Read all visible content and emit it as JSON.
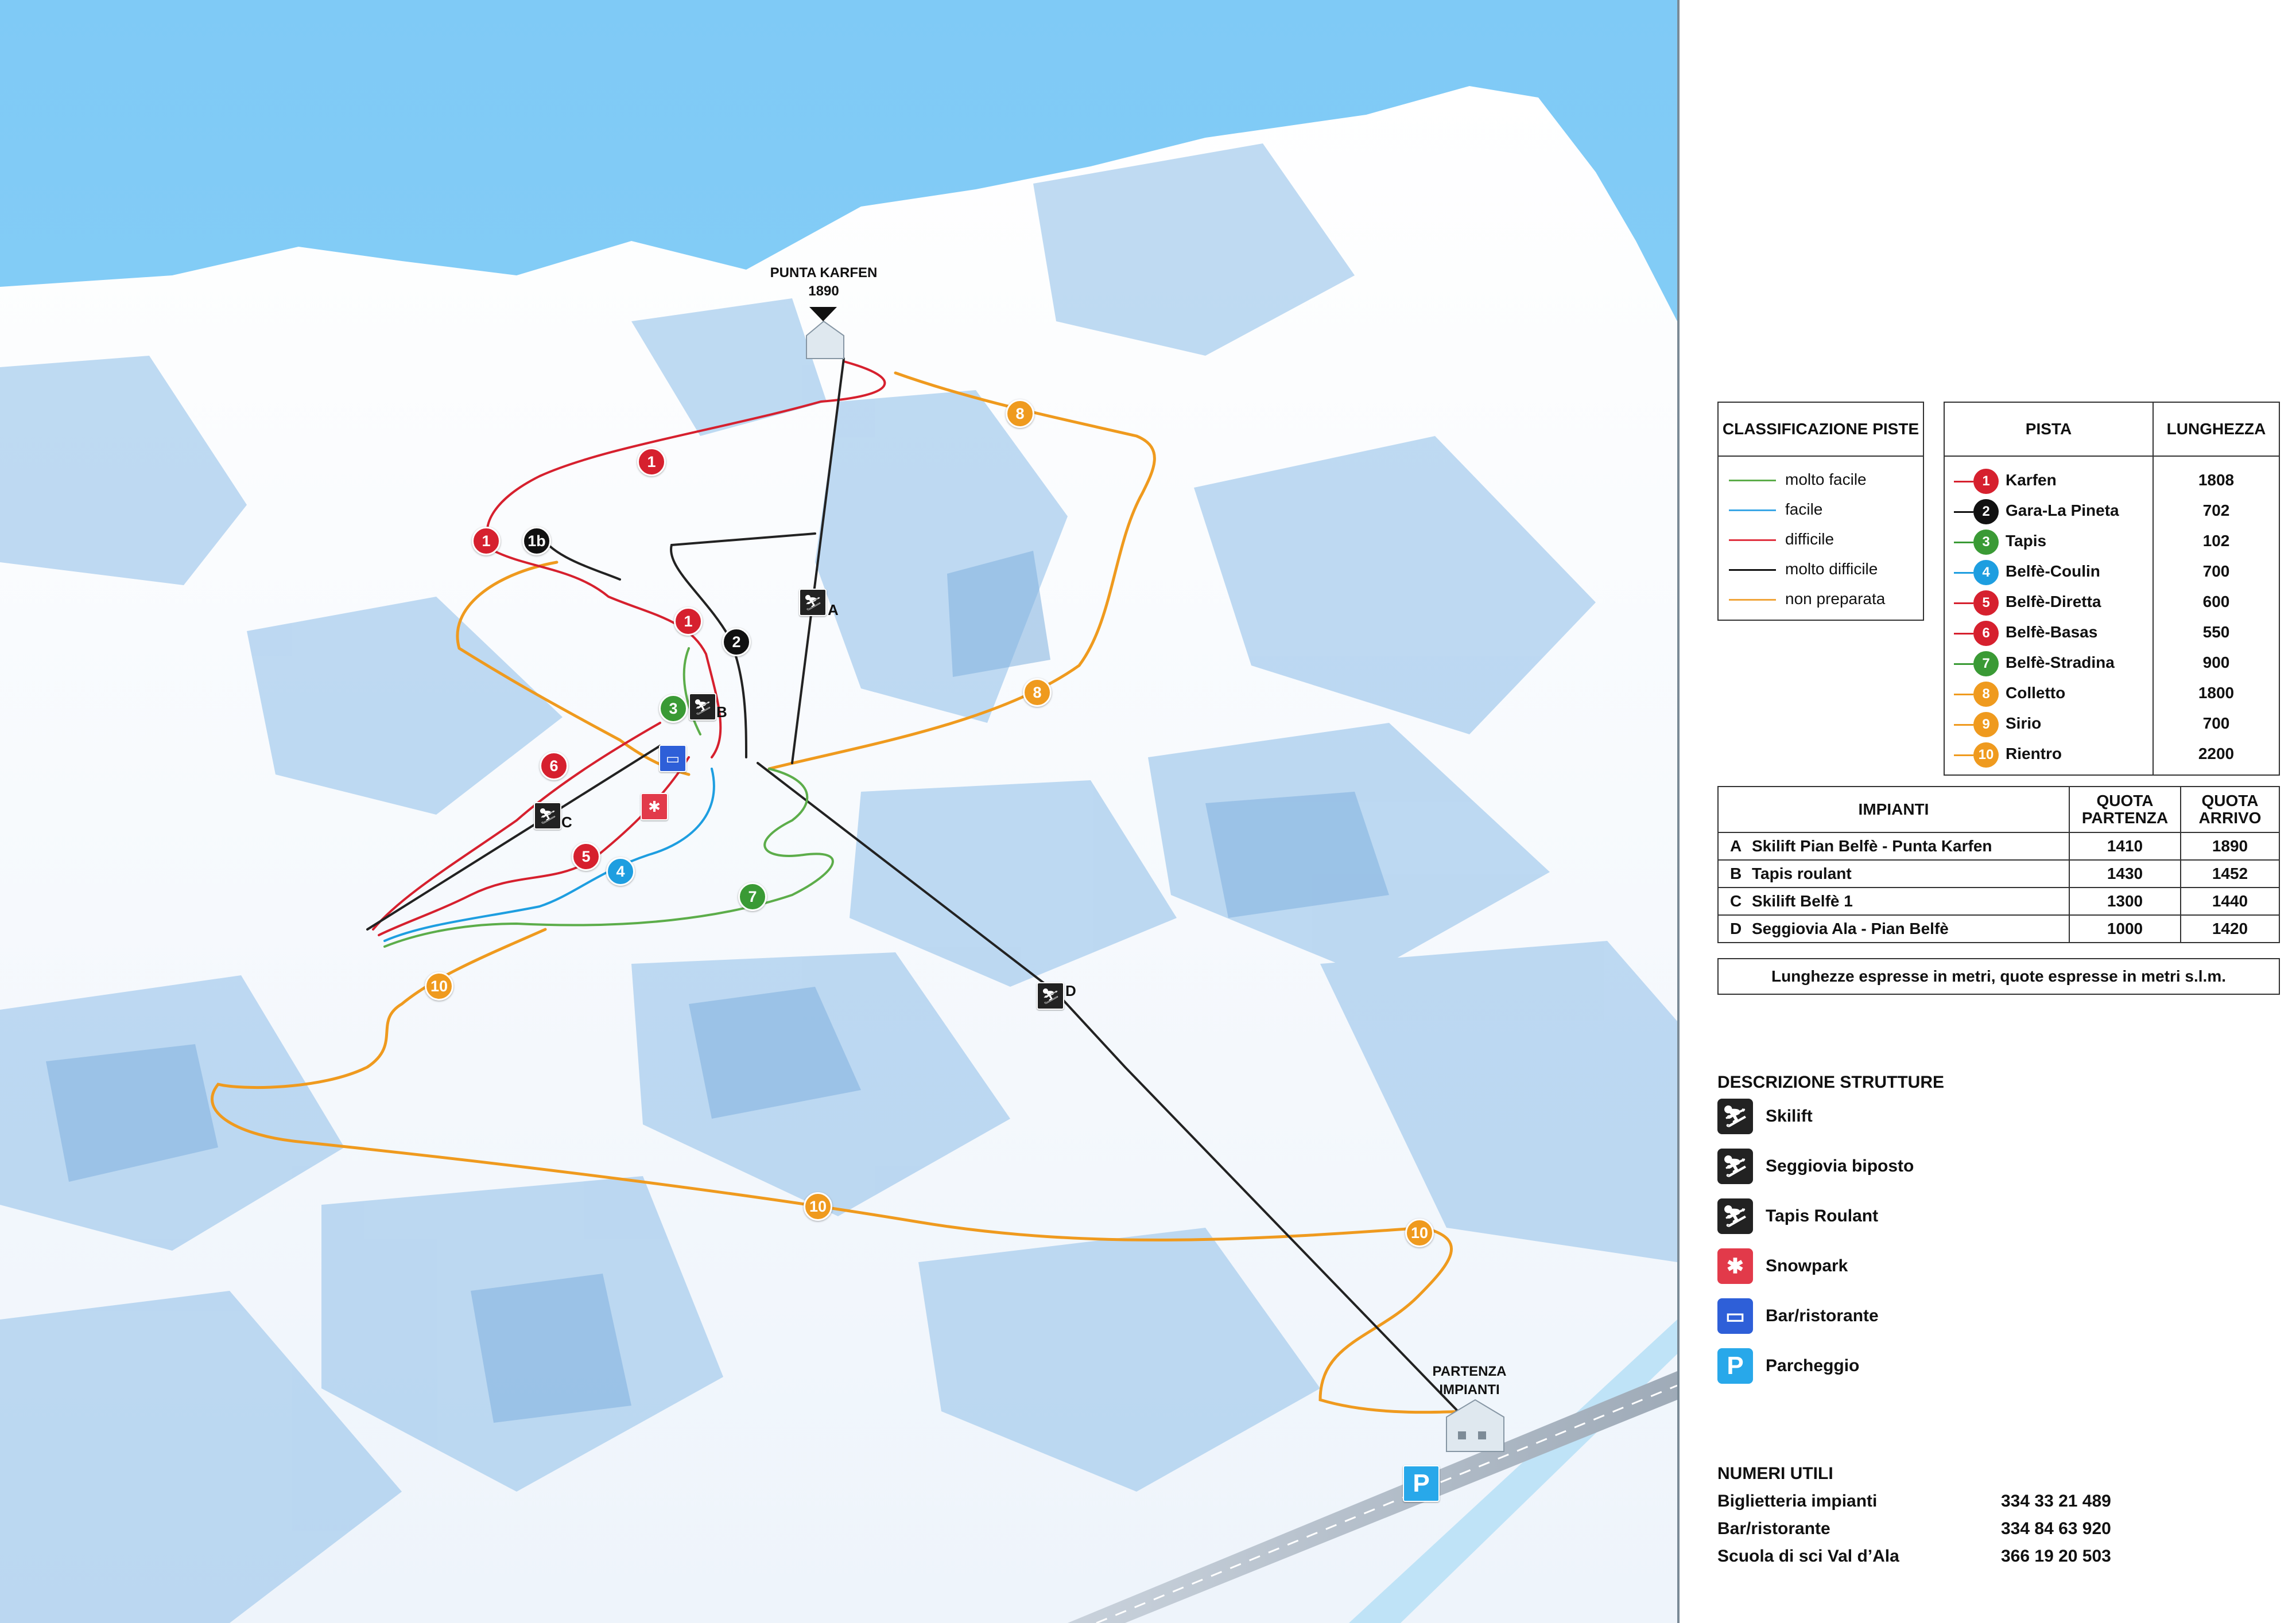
{
  "map": {
    "peak_name": "PUNTA KARFEN",
    "peak_alt": "1890",
    "base_label_1": "PARTENZA",
    "base_label_2": "IMPIANTI",
    "markers": {
      "m1a": "1",
      "m1b": "1b",
      "m1c": "1",
      "m1d": "1",
      "m2": "2",
      "m3": "3",
      "m4": "4",
      "m5": "5",
      "m6": "6",
      "m7": "7",
      "m8a": "8",
      "m8b": "8",
      "m10a": "10",
      "m10b": "10",
      "m10c": "10"
    },
    "lifts": {
      "A": "A",
      "B": "B",
      "C": "C",
      "D": "D"
    },
    "colors": {
      "sky": "#85cdf7",
      "snow": "#f4f8fc",
      "red": "#d6202e",
      "black": "#111111",
      "green": "#3a9a35",
      "blue": "#1e9ee0",
      "orange": "#ef9a1e"
    }
  },
  "legend": {
    "classification": {
      "title": "CLASSIFICAZIONE PISTE",
      "items": [
        {
          "label": "molto facile",
          "color": "#5cad4a"
        },
        {
          "label": "facile",
          "color": "#3aa7e6"
        },
        {
          "label": "difficile",
          "color": "#e03240"
        },
        {
          "label": "molto difficile",
          "color": "#111111"
        },
        {
          "label": "non preparata",
          "color": "#f0a53a"
        }
      ]
    },
    "pistes": {
      "col_pista": "PISTA",
      "col_length": "LUNGHEZZA",
      "rows": [
        {
          "n": "1",
          "name": "Karfen",
          "length": "1808",
          "color": "#d6202e"
        },
        {
          "n": "2",
          "name": "Gara-La Pineta",
          "length": "702",
          "color": "#111111"
        },
        {
          "n": "3",
          "name": "Tapis",
          "length": "102",
          "color": "#3a9a35"
        },
        {
          "n": "4",
          "name": "Belfè-Coulin",
          "length": "700",
          "color": "#1e9ee0"
        },
        {
          "n": "5",
          "name": "Belfè-Diretta",
          "length": "600",
          "color": "#d6202e"
        },
        {
          "n": "6",
          "name": "Belfè-Basas",
          "length": "550",
          "color": "#d6202e"
        },
        {
          "n": "7",
          "name": "Belfè-Stradina",
          "length": "900",
          "color": "#3a9a35"
        },
        {
          "n": "8",
          "name": "Colletto",
          "length": "1800",
          "color": "#ef9a1e"
        },
        {
          "n": "9",
          "name": "Sirio",
          "length": "700",
          "color": "#ef9a1e"
        },
        {
          "n": "10",
          "name": "Rientro",
          "length": "2200",
          "color": "#ef9a1e"
        }
      ]
    },
    "lifts": {
      "col_name": "IMPIANTI",
      "col_start": "QUOTA PARTENZA",
      "col_end": "QUOTA ARRIVO",
      "rows": [
        {
          "id": "A",
          "name": "Skilift Pian Belfè - Punta Karfen",
          "start": "1410",
          "end": "1890"
        },
        {
          "id": "B",
          "name": "Tapis roulant",
          "start": "1430",
          "end": "1452"
        },
        {
          "id": "C",
          "name": "Skilift Belfè 1",
          "start": "1300",
          "end": "1440"
        },
        {
          "id": "D",
          "name": "Seggiovia Ala - Pian Belfè",
          "start": "1000",
          "end": "1420"
        }
      ]
    },
    "note": "Lunghezze espresse in metri, quote espresse in metri s.l.m.",
    "structures": {
      "title": "DESCRIZIONE STRUTTURE",
      "items": [
        {
          "label": "Skilift",
          "icon": "skilift-icon"
        },
        {
          "label": "Seggiovia biposto",
          "icon": "chairlift-icon"
        },
        {
          "label": "Tapis Roulant",
          "icon": "tapis-roulant-icon"
        },
        {
          "label": "Snowpark",
          "icon": "snowpark-icon"
        },
        {
          "label": "Bar/ristorante",
          "icon": "bar-restaurant-icon"
        },
        {
          "label": "Parcheggio",
          "icon": "parking-icon"
        }
      ]
    },
    "numbers": {
      "title": "NUMERI UTILI",
      "items": [
        {
          "label": "Biglietteria impianti",
          "phone": "334 33 21 489"
        },
        {
          "label": "Bar/ristorante",
          "phone": "334 84 63 920"
        },
        {
          "label": "Scuola di sci Val d’Ala",
          "phone": "366 19 20 503"
        }
      ]
    }
  }
}
